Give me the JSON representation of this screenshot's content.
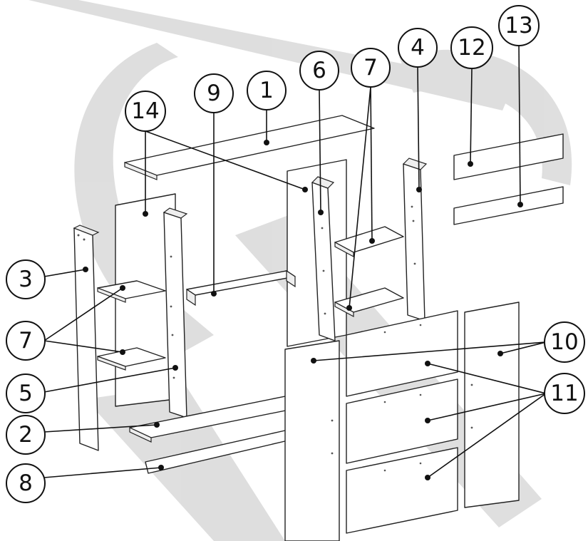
{
  "callouts": {
    "c1": "1",
    "c2": "2",
    "c3": "3",
    "c4": "4",
    "c5": "5",
    "c6": "6",
    "c7_top": "7",
    "c7_left": "7",
    "c8": "8",
    "c9": "9",
    "c10": "10",
    "c11": "11",
    "c12": "12",
    "c13": "13",
    "c14": "14"
  },
  "colors": {
    "line": "#111111",
    "watermark": "#d9d9d9",
    "background": "#ffffff"
  }
}
